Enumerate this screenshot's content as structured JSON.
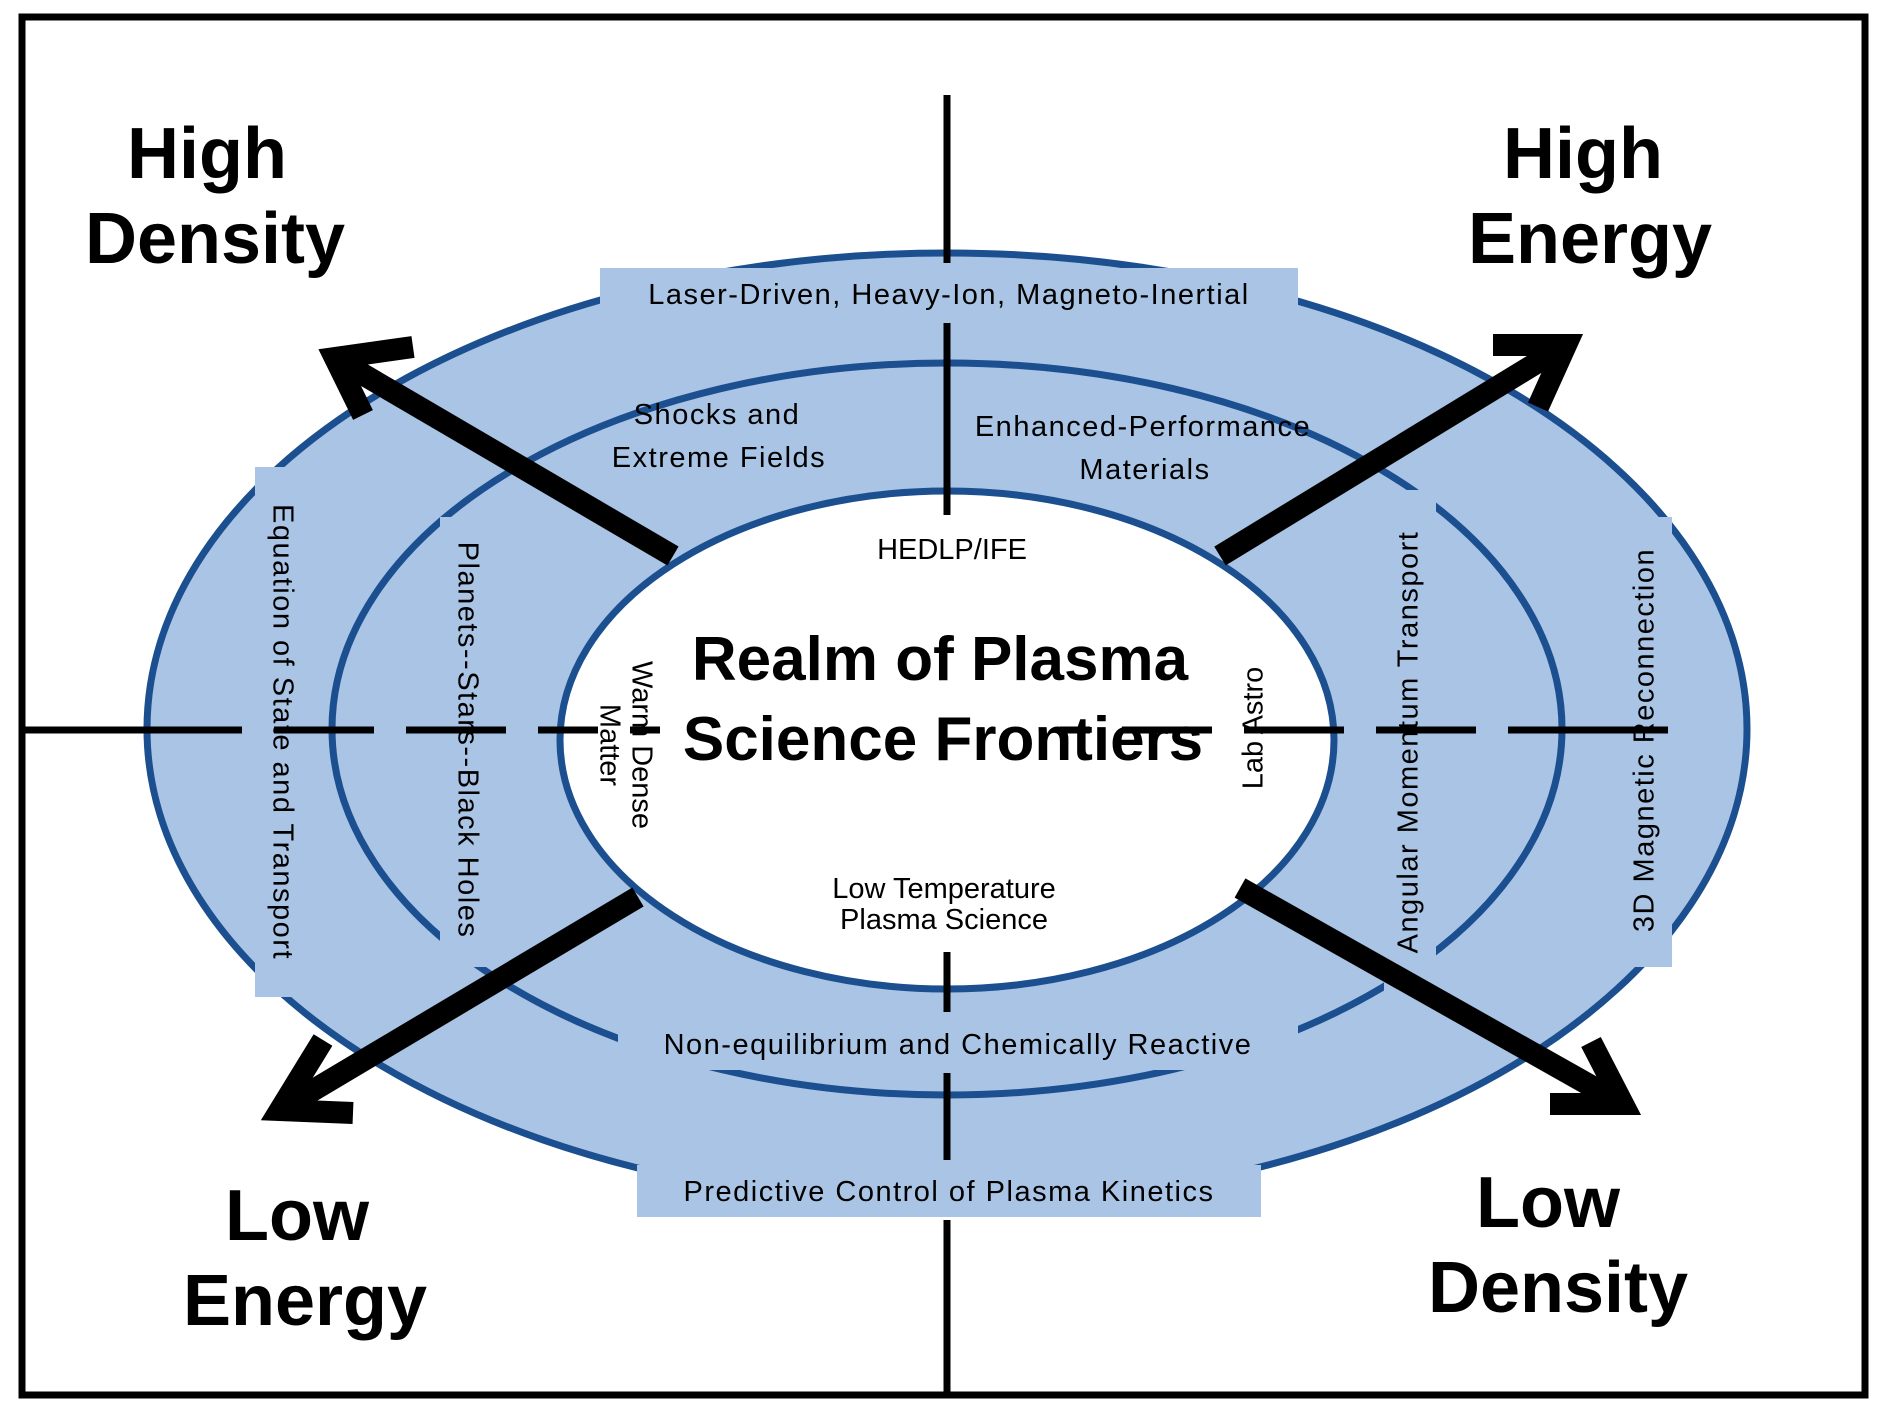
{
  "colors": {
    "ring_fill": "#a9c4e4",
    "ring_stroke": "#1b4f8f",
    "line": "#000000",
    "background": "#ffffff"
  },
  "title": {
    "line1": "Realm of Plasma",
    "line2": "Science Frontiers"
  },
  "corners": {
    "top_left": {
      "line1": "High",
      "line2": "Density"
    },
    "top_right": {
      "line1": "High",
      "line2": "Energy"
    },
    "bottom_left": {
      "line1": "Low",
      "line2": "Energy"
    },
    "bottom_right": {
      "line1": "Low",
      "line2": "Density"
    }
  },
  "outer_ring": {
    "top": "Laser-Driven, Heavy-Ion, Magneto-Inertial",
    "bottom": "Predictive Control of Plasma Kinetics",
    "left": "Equation of State and Transport",
    "right": "3D Magnetic Reconnection"
  },
  "middle_ring": {
    "top_left": {
      "line1": "Shocks and",
      "line2": "Extreme Fields"
    },
    "top_right": {
      "line1": "Enhanced-Performance",
      "line2": "Materials"
    },
    "bottom": "Non-equilibrium and Chemically Reactive",
    "left": "Planets--Stars--Black Holes",
    "right": "Angular Momentum Transport"
  },
  "inner_ellipse": {
    "top": "HEDLP/IFE",
    "bottom": {
      "line1": "Low Temperature",
      "line2": "Plasma Science"
    },
    "left": {
      "line1": "Warm Dense",
      "line2": "Matter"
    },
    "right": "Lab Astro"
  }
}
